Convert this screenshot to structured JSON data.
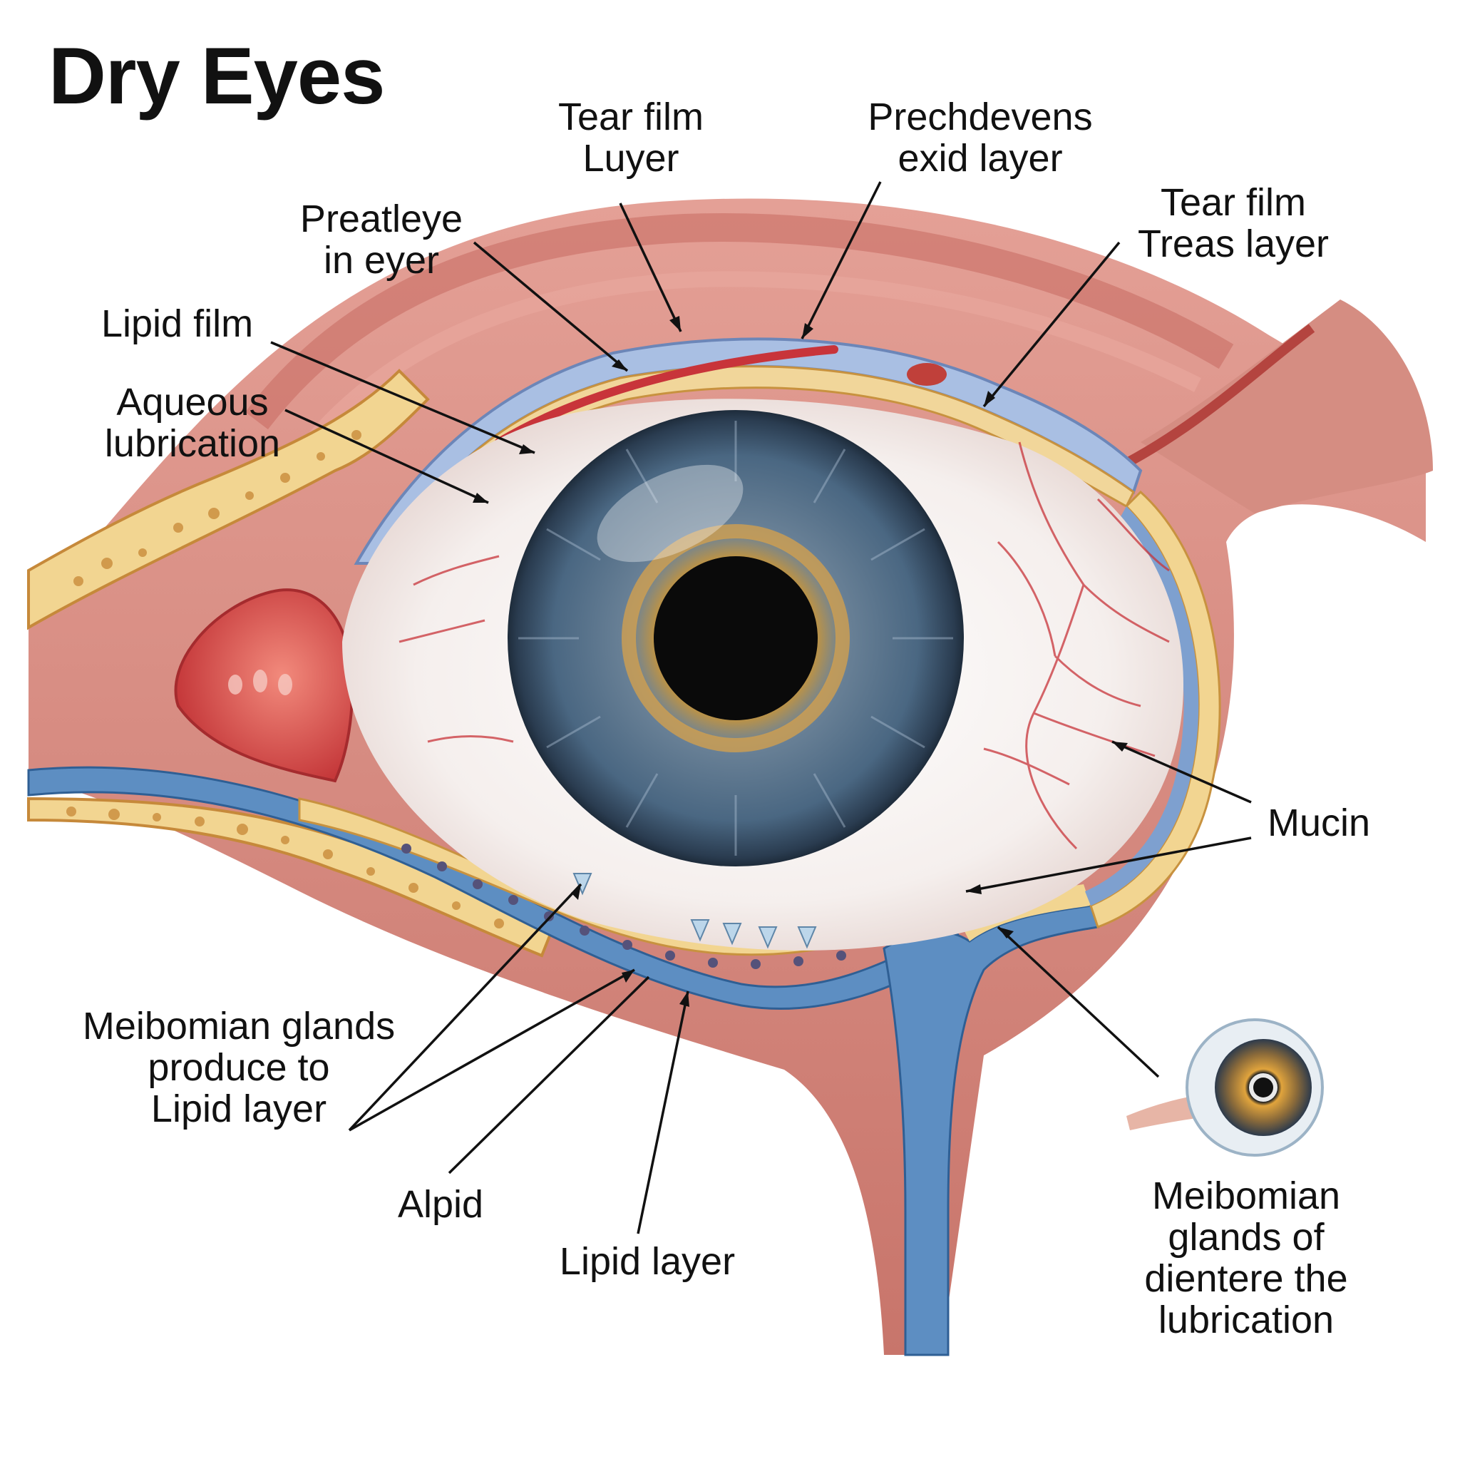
{
  "title": "Dry Eyes",
  "labels": {
    "tear_film_luyer": [
      "Tear film",
      "Luyer"
    ],
    "prechdevens": [
      "Prechdevens",
      "exid layer"
    ],
    "tear_film_treas": [
      "Tear film",
      "Treas layer"
    ],
    "preatleye": [
      "Preatleye",
      "in eyer"
    ],
    "lipid_film": [
      "Lipid film"
    ],
    "aqueous": [
      "Aqueous",
      "lubrication"
    ],
    "mucin": [
      "Mucin"
    ],
    "meibomian_produce": [
      "Meibomian glands",
      "produce to",
      "Lipid layer"
    ],
    "alpid": [
      "Alpid"
    ],
    "lipid_layer": [
      "Lipid layer"
    ],
    "meibomian_dientere": [
      "Meibomian",
      "glands  of",
      "dientere the",
      "lubrication"
    ]
  },
  "colors": {
    "skin": "#d98c80",
    "skin_dark": "#b85a4f",
    "fat": "#f2d591",
    "sclera": "#f6f1ef",
    "iris": "#4d6a85",
    "iris_ring": "#d8a24a",
    "pupil": "#0a0a0a",
    "membrane": "#9fb7dd",
    "vessel": "#c8343a"
  }
}
